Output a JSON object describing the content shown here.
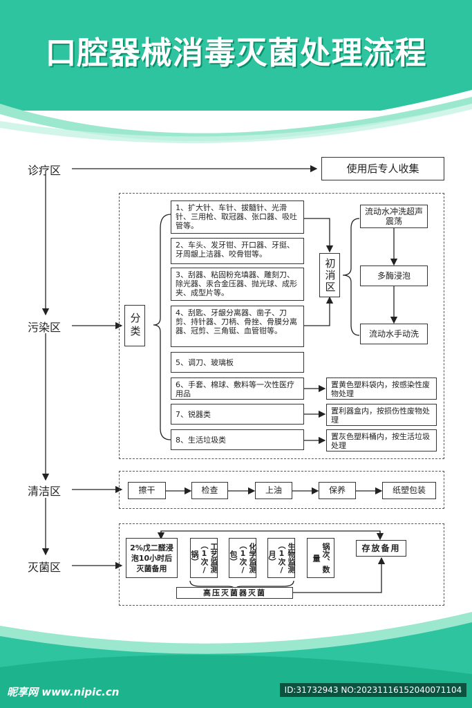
{
  "title": "口腔器械消毒灭菌处理流程",
  "zones": {
    "treatment": "诊疗区",
    "contaminated": "污染区",
    "clean": "清洁区",
    "sterilize": "灭菌区"
  },
  "collect": "使用后专人收集",
  "classify": "分类",
  "pre_disinfect": "初消区",
  "items": [
    "1、扩大针、车针、拔髓针、光滑针、三用枪、取冠器、张口器、吸吐管等。",
    "2、车头、发牙钳、开口器、牙挺、牙周龈上洁器、咬骨钳等。",
    "3、刮器、粘固粉充填器、雕刻刀、除光器、汞合金压器、抛光球、成形夹、成型片等。",
    "4、刮匙、牙龈分离器、凿子、刀剪、持针器、刀柄、骨挫、骨膜分离器、冠剪、三角铤、血管钳等。",
    "5、调刀、玻璃板",
    "6、手套、棉球、敷料等一次性医疗用品",
    "7、锐器类",
    "8、生活垃圾类"
  ],
  "pre_steps": [
    "流动水冲洗超声震荡",
    "多酶浸泡",
    "流动水手动洗"
  ],
  "disposals": [
    "置黄色塑料袋内，按感染性废物处理",
    "置利器盒内，按损伤性废物处理",
    "置灰色塑料桶内，按生活垃圾处理"
  ],
  "clean_steps": [
    "擦干",
    "检查",
    "上油",
    "保养",
    "纸塑包装"
  ],
  "soak": "2%戊二醛浸泡10小时后灭菌备用",
  "monitors": [
    "工艺监测（1次/锅）",
    "化学监测（1次/包）",
    "生物监测（1次/月）",
    "锅次、数量"
  ],
  "storage": "存放备用",
  "autoclave": "高压灭菌器灭菌",
  "watermark_site": "昵享网 www.nipic.cn",
  "watermark_id": "ID:31732943 NO:20231116152040071104",
  "colors": {
    "teal": "#2ec4a0",
    "light_teal": "#8fe3c9",
    "dark_teal": "#0a8e6a"
  }
}
